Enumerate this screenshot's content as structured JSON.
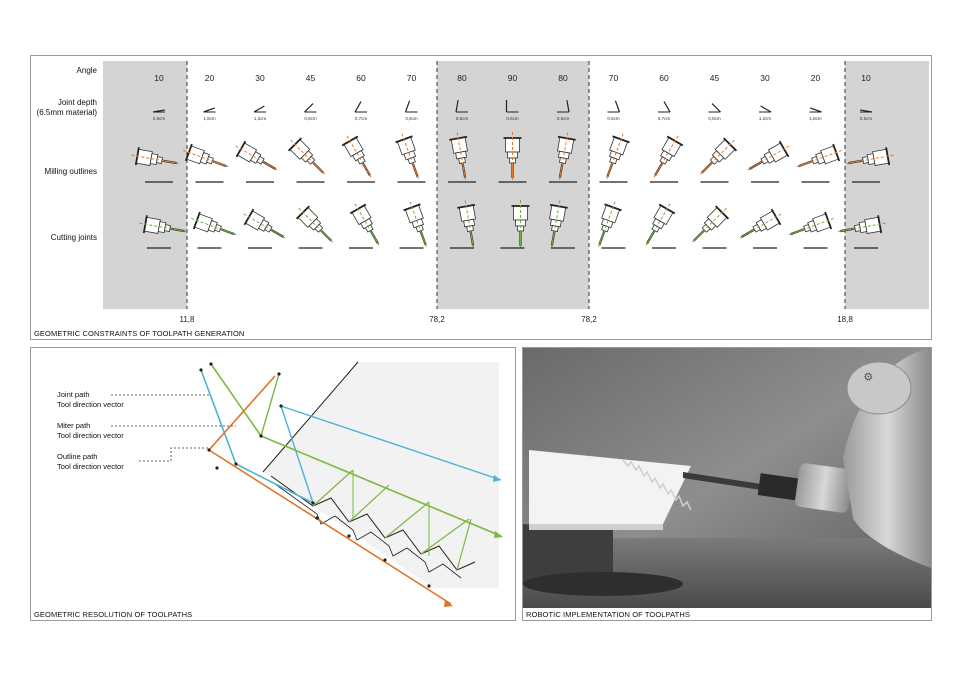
{
  "top_panel": {
    "caption": "GEOMETRIC CONSTRAINTS OF TOOLPATH GENERATION",
    "row_labels": {
      "angle": "Angle",
      "joint_depth_line1": "Joint depth",
      "joint_depth_line2": "(6.5mm material)",
      "milling": "Milling outlines",
      "cutting": "Cutting joints"
    },
    "angles": [
      "10",
      "20",
      "30",
      "45",
      "60",
      "70",
      "80",
      "90",
      "80",
      "70",
      "60",
      "45",
      "30",
      "20",
      "10"
    ],
    "depths": [
      "0,5cm",
      "1,8cm",
      "1,2cm",
      "0,8cm",
      "0,7cm",
      "0,6cm",
      "0,6cm",
      "0,6cm",
      "0,6cm",
      "0,6cm",
      "0,7cm",
      "0,8cm",
      "1,2cm",
      "1,8cm",
      "0,5cm"
    ],
    "thresholds": [
      "11,8",
      "78,2",
      "78,2",
      "18,8"
    ],
    "colors": {
      "shade": "#d4d4d4",
      "milling": "#e07a2e",
      "cutting": "#6fae3e"
    }
  },
  "left_panel": {
    "caption": "GEOMETRIC RESOLUTION OF TOOLPATHS",
    "legend": {
      "joint_line1": "Joint path",
      "joint_line2": "Tool direction vector",
      "miter_line1": "Miter path",
      "miter_line2": "Tool direction vector",
      "outline_line1": "Outline path",
      "outline_line2": "Tool direction vector"
    },
    "colors": {
      "joint": "#4ab3d6",
      "miter": "#7bb83f",
      "outline": "#e0742a"
    }
  },
  "right_panel": {
    "caption": "ROBOTIC IMPLEMENTATION OF TOOLPATHS"
  }
}
